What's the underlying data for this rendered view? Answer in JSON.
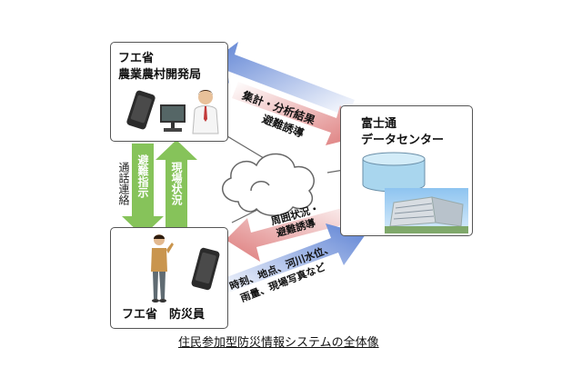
{
  "nodes": {
    "ministry": {
      "line1": "フエ省",
      "line2": "農業農村開発局"
    },
    "fujitsu": {
      "line1": "富士通",
      "line2": "データセンター"
    },
    "staff": {
      "label": "フエ省　防災員"
    }
  },
  "flows": {
    "aggregate_result": "集計・分析結果",
    "evacuation_guidance": "避難誘導",
    "surrounding_status": {
      "line1": "周囲状況・",
      "line2": "避難誘導"
    },
    "field_report": {
      "line1": "時刻、地点、河川水位、",
      "line2": "雨量、現場写真など"
    },
    "evacuation_order": "避難指示",
    "site_status": "現場状況",
    "contact": "通話連絡"
  },
  "caption": "住民参加型防災情報システムの全体像",
  "colors": {
    "blue_arrow": "#6f8fd6",
    "pink_arrow": "#e08c8c",
    "green_arrow": "#86c35a",
    "database": "#a9d6ee"
  }
}
